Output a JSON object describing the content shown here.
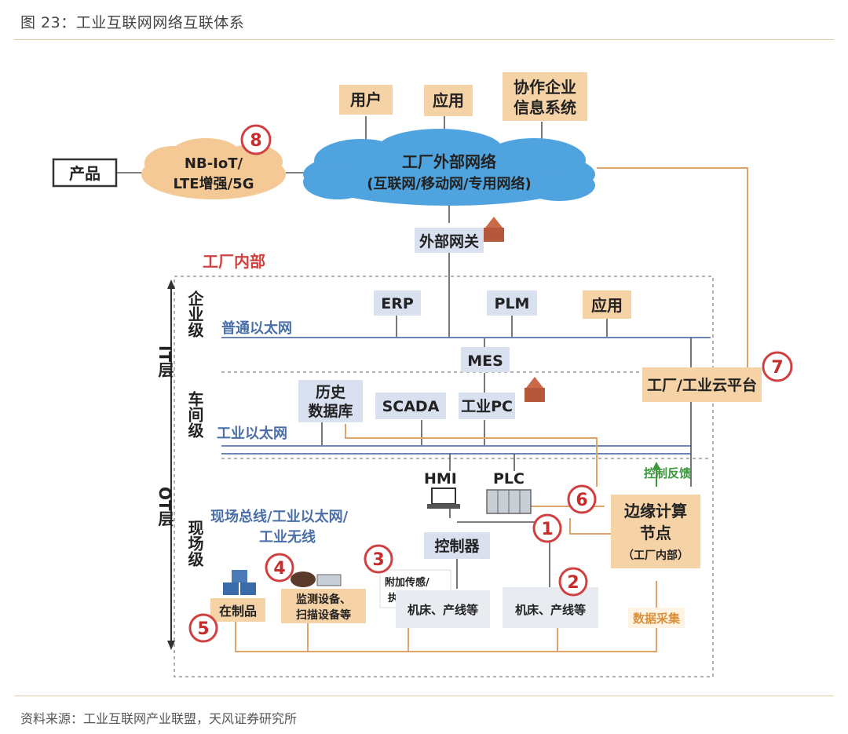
{
  "header": {
    "title": "图 23：工业互联网网络互联体系"
  },
  "footer": {
    "source": "资料来源：工业互联网产业联盟，天风证券研究所"
  },
  "diagram": {
    "top_boxes": [
      "用户",
      "应用",
      "协作企业",
      "信息系统"
    ],
    "product": "产品",
    "nb_iot": [
      "NB-IoT/",
      "LTE增强/5G"
    ],
    "cloud": [
      "工厂外部网络",
      "(互联网/移动网/专用网络)"
    ],
    "gateway": "外部网关",
    "factory_inside": "工厂内部",
    "it_layer": "IT层",
    "ot_layer": "OT层",
    "enterprise_level": "企业级",
    "workshop_level": "车间级",
    "field_level": "现场级",
    "erp": "ERP",
    "plm": "PLM",
    "app2": "应用",
    "ethernet_normal": "普通以太网",
    "mes": "MES",
    "history_db": [
      "历史",
      "数据库"
    ],
    "scada": "SCADA",
    "ipc": "工业PC",
    "industrial_ethernet": "工业以太网",
    "cloud_platform": "工厂/工业云平台",
    "hmi": "HMI",
    "plc": "PLC",
    "control_feedback": "控制反馈",
    "fieldbus": [
      "现场总线/工业以太网/",
      "工业无线"
    ],
    "controller": "控制器",
    "edge_node": [
      "边缘计算",
      "节点",
      "（工厂内部）"
    ],
    "sensor_box": [
      "附加传感/",
      "执行器等"
    ],
    "machine1": "机床、产线等",
    "machine2": "机床、产线等",
    "wip": "在制品",
    "monitor": [
      "监测设备、",
      "扫描设备等"
    ],
    "data_collect": "数据采集",
    "numbers": [
      "1",
      "2",
      "3",
      "4",
      "5",
      "6",
      "7",
      "8"
    ]
  }
}
